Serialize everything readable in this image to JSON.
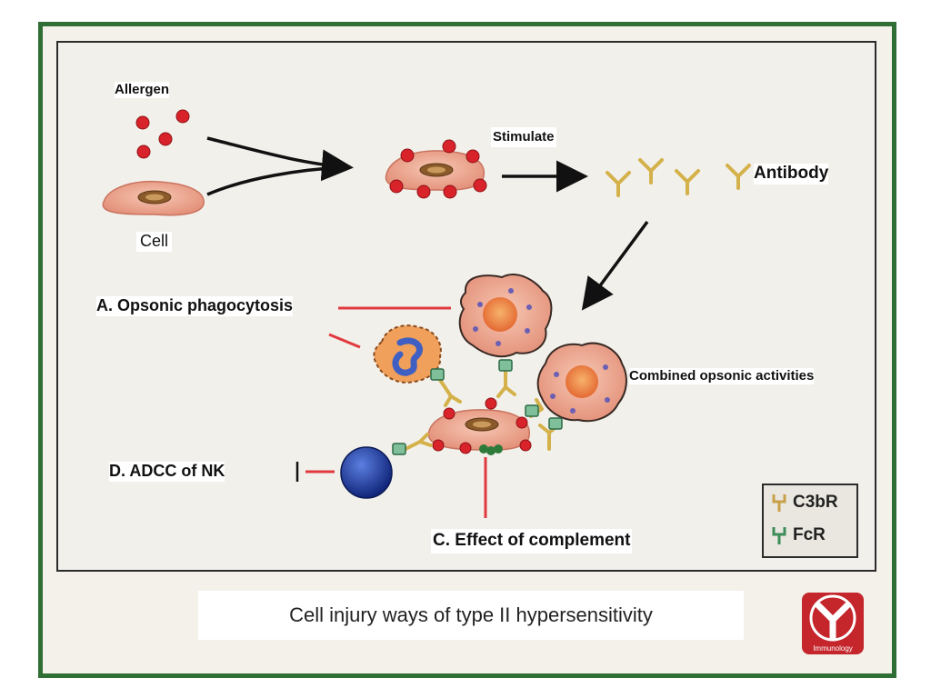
{
  "labels": {
    "allergen": "Allergen",
    "cell": "Cell",
    "stimulate": "Stimulate",
    "antibody": "Antibody",
    "opsonic": "A. Opsonic phagocytosis",
    "combined": "Combined opsonic activities",
    "adcc": "D. ADCC of NK",
    "complement": "C. Effect of complement"
  },
  "legend": {
    "c3br": "C3bR",
    "fcr": "FcR"
  },
  "caption": "Cell injury ways of  type II hypersensitivity",
  "logo_text": "Immunology",
  "colors": {
    "frame_green": "#2f6e34",
    "allergen_red": "#d9232a",
    "cell_pink": "#eaa48e",
    "antibody_gold": "#d4b14a",
    "pointer_red": "#e03a3e",
    "nk_blue": "#1d3c9e",
    "logo_red": "#c4262c"
  }
}
